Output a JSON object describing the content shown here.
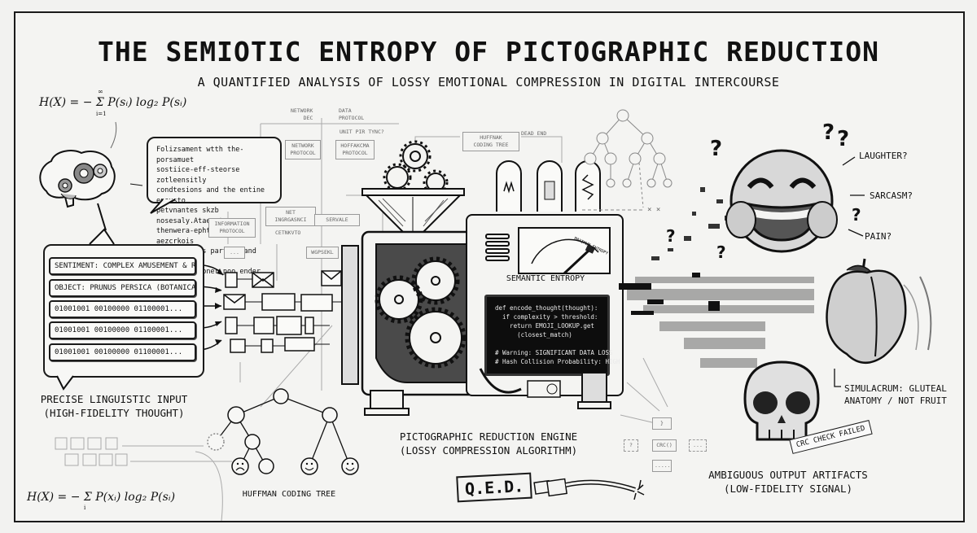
{
  "header": {
    "title": "THE SEMIOTIC ENTROPY OF PICTOGRAPHIC REDUCTION",
    "subtitle": "A QUANTIFIED ANALYSIS OF LOSSY EMOTIONAL COMPRESSION IN DIGITAL INTERCOURSE"
  },
  "formulas": {
    "top": "H(X) = − Σ P(sᵢ) log₂ P(sᵢ)",
    "top_upper": "∞",
    "top_lower": "i=1",
    "bottom": "H(X) = − Σ P(xᵢ) log₂ P(sᵢ)",
    "bottom_lower": "i"
  },
  "thought_bubble": {
    "text": "Folizsament wtth the-porsamuet\nsostiice-eff-steorse zotleensitly\ncondtesions and the entine eneusto\npetvnantes skzb nosesaly.Ataes te\nthenwera-ephtof teats as aezcrkois\nfor contties parties and pesitton,\nbot actacinoner poo ender."
  },
  "input_panel": {
    "rows": [
      "SENTIMENT: COMPLEX AMUSEMENT & RELIEF",
      "OBJECT: PRUNUS PERSICA (BOTANICAL)",
      "01001001 00100000 01100001...",
      "01001001 00100000 01100001...",
      "01001001 00100000 01100001..."
    ],
    "caption": "PRECISE LINGUISTIC INPUT\n(HIGH-FIDELITY THOUGHT)"
  },
  "network_labels": {
    "network_dec": "NETWORK\nDEC",
    "data_protocol": "DATA\nPROTOCOL",
    "unit_per_type": "UNIT PIR TYNC?",
    "network_protocol": "NETWORK\nPROTOCOL",
    "huffman_protocol": "HOFFAKCMA\nPROTOCOL",
    "huffman_coding_tree_box": "HUFFNAK\nCODING TREE",
    "dead_end": "DEAD END",
    "information_protocol": "INFORMATION\nPROTOCOL",
    "net_interface": "NET\nINGRGASNCI",
    "identity": "CETNKVTO",
    "servale": "SERVALE",
    "message": "WGPSEKL",
    "ellipsis": "..."
  },
  "engine": {
    "gauge_label": "SEMANTIC ENTROPY",
    "gauge_scale_text": "MAXIMUM ENTROPY",
    "code": "def encode_thought(thought):\n  if complexity > threshold:\n    return EMOJI_LOOKUP.get\n      (closest_match)\n\n# Warning: SIGNIFICANT DATA LOSS\n# Hash Collision Probability: HIGH",
    "caption": "PICTOGRAPHIC REDUCTION ENGINE\n(LOSSY COMPRESSION ALGORITHM)"
  },
  "huffman_tree": {
    "caption": "HUFFMAN CODING TREE"
  },
  "outputs": {
    "emoji_labels": [
      "LAUGHTER?",
      "SARCASM?",
      "PAIN?"
    ],
    "peach_label": "SIMULACRUM: GLUTEAL\nANATOMY / NOT FRUIT",
    "crc_stamp": "CRC CHECK FAILED",
    "caption": "AMBIGUOUS OUTPUT ARTIFACTS\n(LOW-FIDELITY SIGNAL)",
    "crc_function": "CRC()",
    "crc_in": "?",
    "crc_top": "}",
    "crc_out": "...",
    "crc_bottom": "....."
  },
  "footer": {
    "qed": "Q.E.D."
  },
  "colors": {
    "ink": "#111111",
    "paper": "#f4f4f2",
    "faint": "#999999",
    "screen": "#0d0d0d"
  }
}
